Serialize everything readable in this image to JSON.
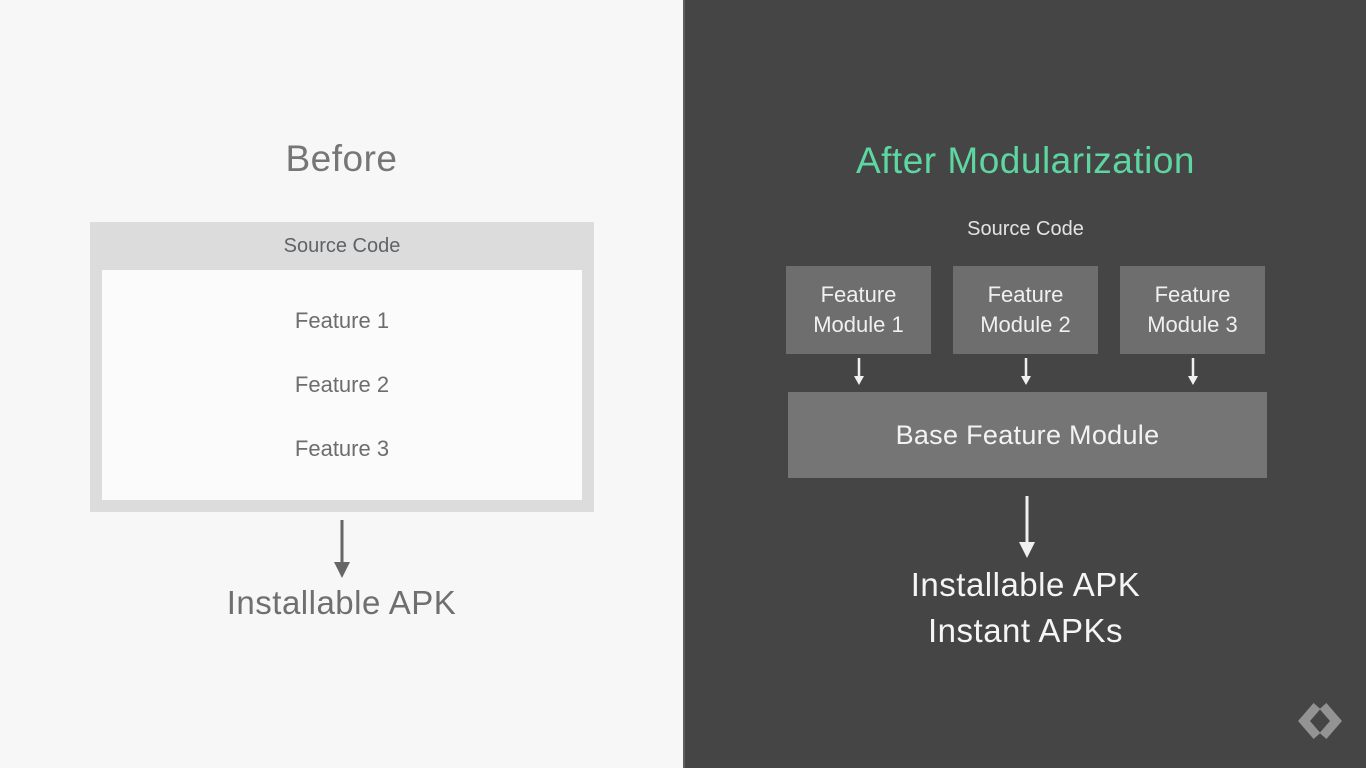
{
  "left_panel": {
    "title": "Before",
    "source_box": {
      "header": "Source Code",
      "features": [
        "Feature 1",
        "Feature 2",
        "Feature 3"
      ]
    },
    "output_label": "Installable APK"
  },
  "right_panel": {
    "title": "After Modularization",
    "source_label": "Source Code",
    "modules": [
      "Feature Module 1",
      "Feature Module 2",
      "Feature Module 3"
    ],
    "base_module": "Base Feature Module",
    "outputs": [
      "Installable APK",
      "Instant APKs"
    ]
  },
  "icons": {
    "logo": "google-developers-logo",
    "arrows": "arrow-down-icon"
  },
  "colors": {
    "left_background": "#f7f7f7",
    "box_chrome_gray": "#dcdcdc",
    "left_text_gray": "#6d6d6d",
    "dark_background": "#454545",
    "accent_green": "#5dd6a2",
    "module_box_gray": "#6e6e6e",
    "base_box_gray": "#757575",
    "light_text": "#f3f3f3",
    "logo_gray": "#939393"
  }
}
